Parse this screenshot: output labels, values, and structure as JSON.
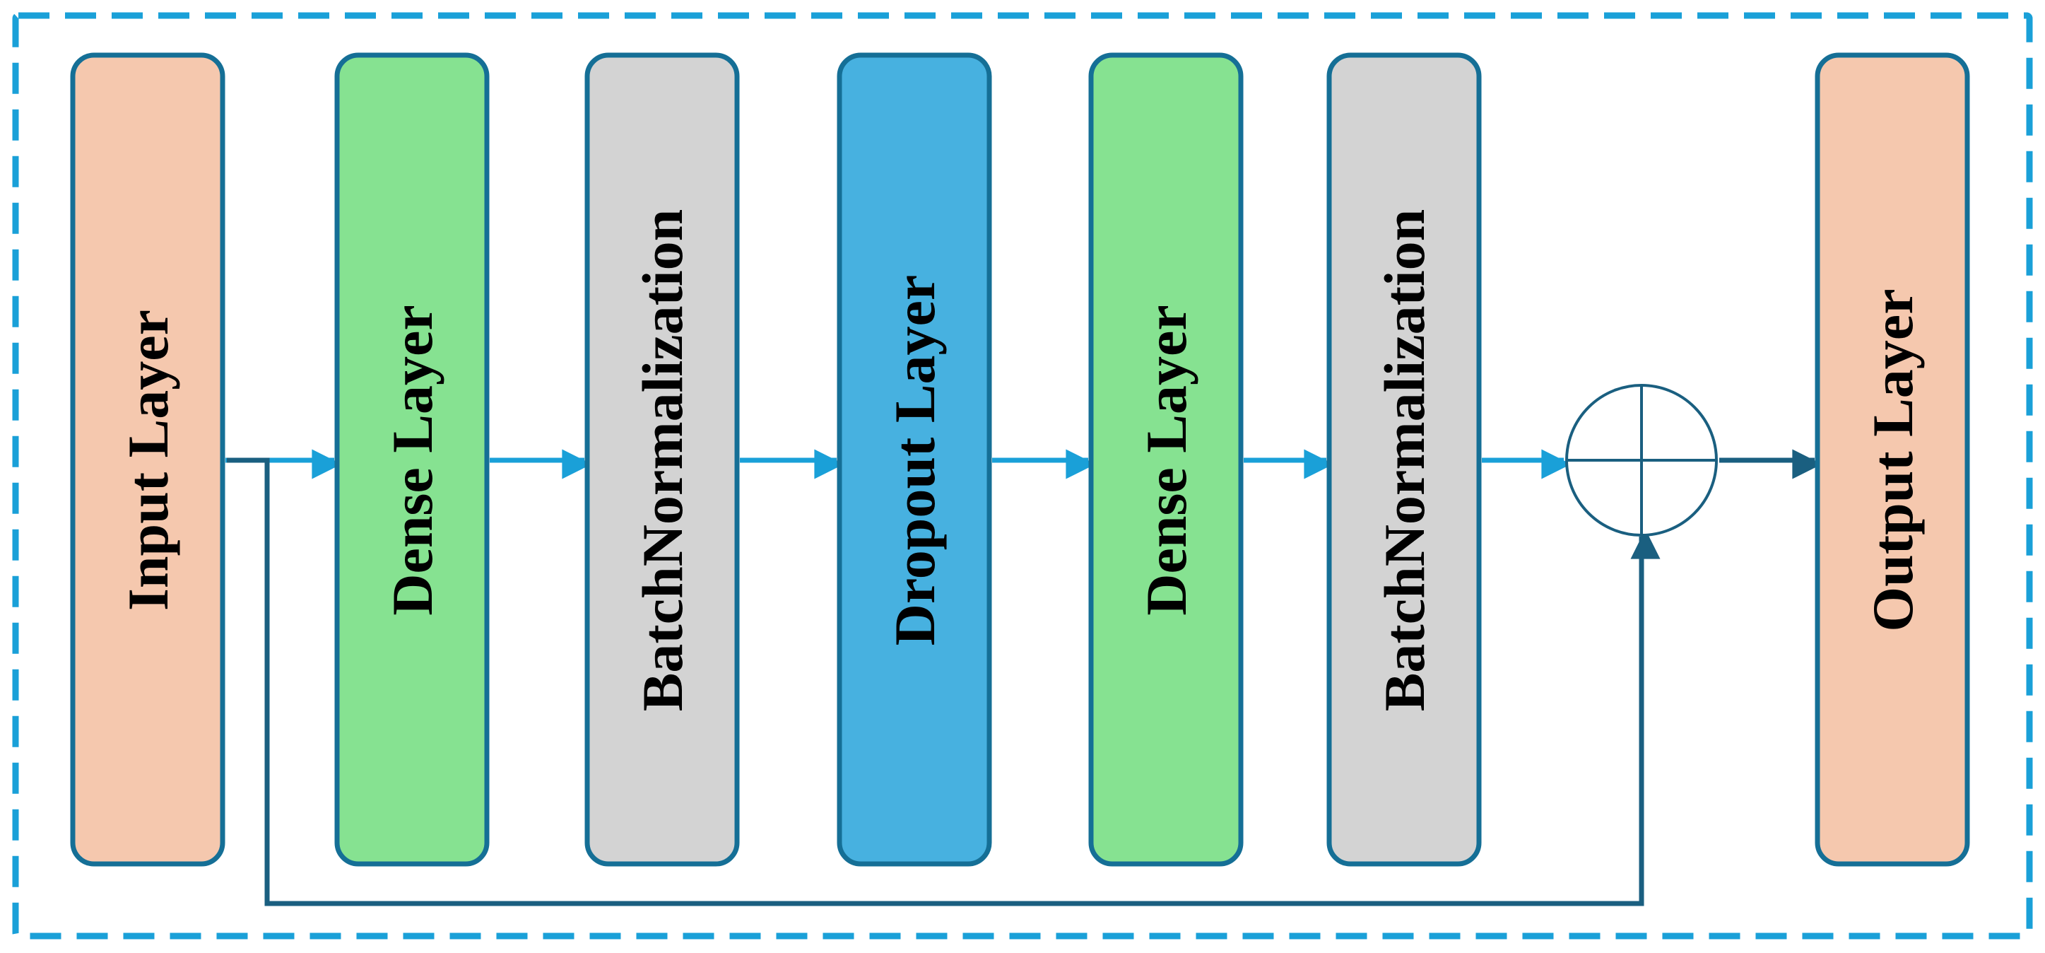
{
  "colors": {
    "frame": "#1aa0d8",
    "box_border": "#156f96",
    "arrow_main": "#1aa0d8",
    "arrow_dark": "#1a5f80",
    "input_output": "#f5c8ae",
    "dense": "#86e291",
    "batchnorm": "#d3d3d3",
    "dropout": "#47b1e0"
  },
  "layers": [
    {
      "id": "input",
      "label": "Input Layer",
      "color": "#f5c8ae"
    },
    {
      "id": "dense-1",
      "label": "Dense Layer",
      "color": "#86e291"
    },
    {
      "id": "batchnorm-1",
      "label": "BatchNormalization",
      "color": "#d3d3d3"
    },
    {
      "id": "dropout",
      "label": "Dropout Layer",
      "color": "#47b1e0"
    },
    {
      "id": "dense-2",
      "label": "Dense Layer",
      "color": "#86e291"
    },
    {
      "id": "batchnorm-2",
      "label": "BatchNormalization",
      "color": "#d3d3d3"
    },
    {
      "id": "output",
      "label": "Output Layer",
      "color": "#f5c8ae"
    }
  ],
  "add_node": {
    "id": "add",
    "symbol": "circle-plus-icon"
  },
  "connections": [
    {
      "from": "input",
      "to": "dense-1"
    },
    {
      "from": "dense-1",
      "to": "batchnorm-1"
    },
    {
      "from": "batchnorm-1",
      "to": "dropout"
    },
    {
      "from": "dropout",
      "to": "dense-2"
    },
    {
      "from": "dense-2",
      "to": "batchnorm-2"
    },
    {
      "from": "batchnorm-2",
      "to": "add"
    },
    {
      "from": "add",
      "to": "output"
    },
    {
      "from": "input",
      "to": "add",
      "kind": "skip"
    }
  ]
}
